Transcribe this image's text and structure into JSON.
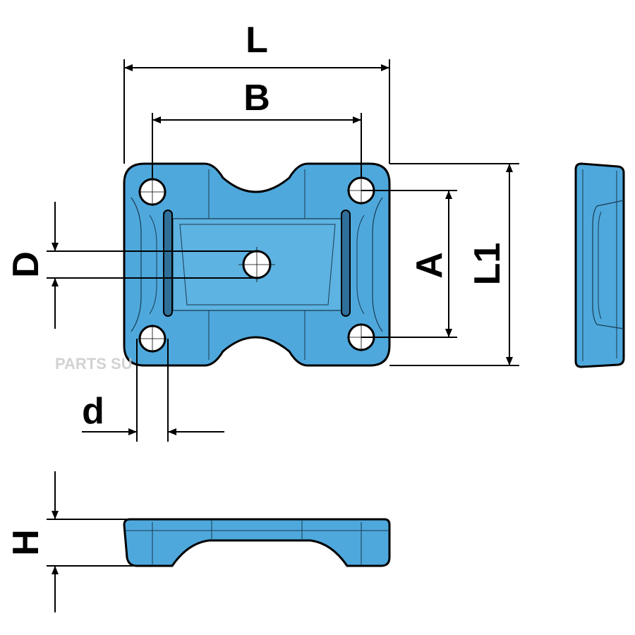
{
  "drawing": {
    "part_fill": "#4ea8dc",
    "line_color": "#000000"
  },
  "dimensions": {
    "L": "L",
    "B": "B",
    "A": "A",
    "L1": "L1",
    "D": "D",
    "d": "d",
    "H": "H"
  },
  "watermark": {
    "text": "PARTS SU"
  }
}
